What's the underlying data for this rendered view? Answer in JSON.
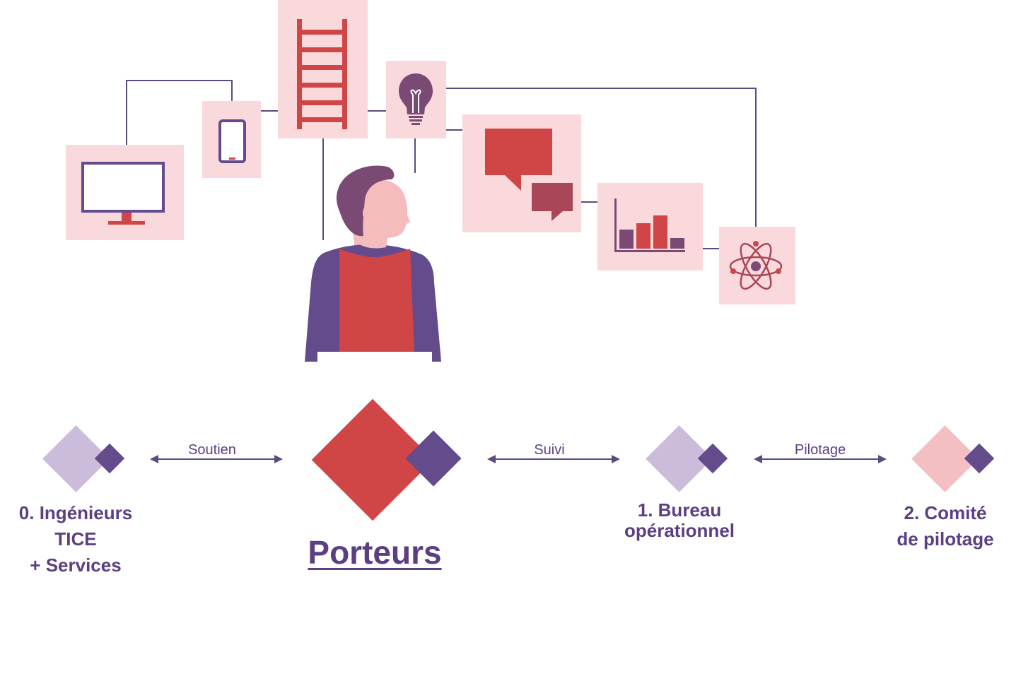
{
  "colors": {
    "pink_bg": "#f9d9dc",
    "red": "#d04545",
    "purple": "#634b8c",
    "dark_purple": "#5b3f82",
    "light_purple": "#cbbcdc",
    "light_pink": "#f4bfc3",
    "skin": "#f5bcbe",
    "hair": "#7b4a74",
    "line": "#5d4a7e",
    "maroon": "#a94658"
  },
  "icons": [
    "monitor-icon",
    "tablet-icon",
    "ladder-icon",
    "lightbulb-icon",
    "speech-bubbles-icon",
    "bar-chart-icon",
    "atom-icon"
  ],
  "nodes": [
    {
      "id": "ingenieurs",
      "lines": [
        "0. Ingénieurs",
        "TICE",
        "+ Services"
      ]
    },
    {
      "id": "porteurs",
      "label": "Porteurs"
    },
    {
      "id": "bureau",
      "lines": [
        "1. Bureau",
        "opérationnel"
      ]
    },
    {
      "id": "comite",
      "lines": [
        "2. Comité",
        "de pilotage"
      ]
    }
  ],
  "connectors": [
    {
      "label": "Soutien"
    },
    {
      "label": "Suivi"
    },
    {
      "label": "Pilotage"
    }
  ]
}
